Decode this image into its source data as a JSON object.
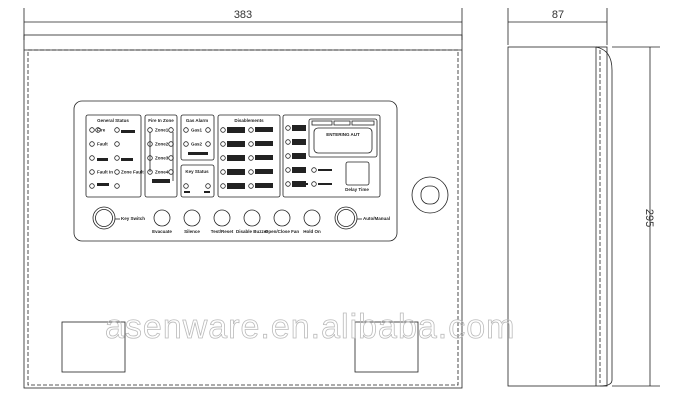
{
  "dimensions": {
    "width": "383",
    "depth": "87",
    "height": "295"
  },
  "panel": {
    "general_status": {
      "title": "General Status",
      "leds": [
        "Fire",
        "",
        "Fault",
        "",
        "",
        "",
        "Fault In",
        "Zone Fault",
        "",
        ""
      ]
    },
    "fire_in_zone": {
      "title": "Fire In Zone",
      "zones": [
        "Zone1",
        "Zone2",
        "Zone3",
        "Zone4"
      ]
    },
    "gas_alarm": {
      "title": "Gas Alarm",
      "leds": [
        "Gas1",
        "Gas2"
      ]
    },
    "key_status": {
      "title": "Key Status"
    },
    "disablements": {
      "title": "Disablements"
    },
    "display": {
      "line1": "ENTERING AUT",
      "line2": "",
      "line3": ""
    },
    "delay_time": "Delay Time",
    "buttons": {
      "key_switch": "Key Switch",
      "evacuate": "Evacuate",
      "silence": "Silence",
      "test_reset": "Test/Reset",
      "disable_buzzer": "Disable Buzzer",
      "open_close_fan": "Open/Close Fan",
      "hold_on": "Hold On",
      "auto_manual": "Auto/Manual"
    }
  },
  "watermark": "asenware.en.alibaba.com"
}
